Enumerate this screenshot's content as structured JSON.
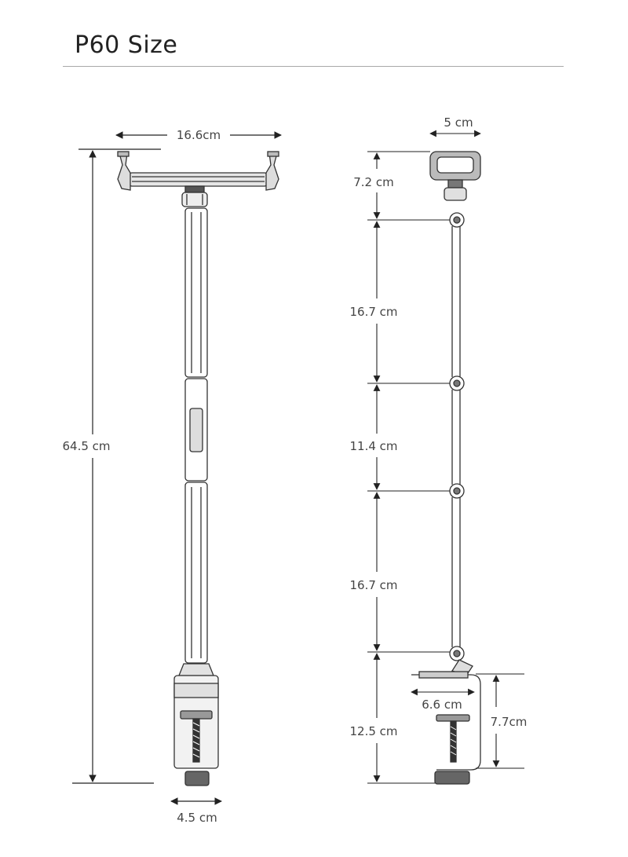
{
  "title": "P60 Size",
  "front_view": {
    "width_top": "16.6cm",
    "total_height": "64.5 cm",
    "clamp_width": "4.5 cm"
  },
  "side_view": {
    "head_width": "5 cm",
    "seg1": "7.2 cm",
    "seg2": "16.7 cm",
    "seg3": "11.4  cm",
    "seg4": "16.7 cm",
    "seg5": "12.5 cm",
    "clamp_opening": "6.6 cm",
    "clamp_height": "7.7cm"
  }
}
